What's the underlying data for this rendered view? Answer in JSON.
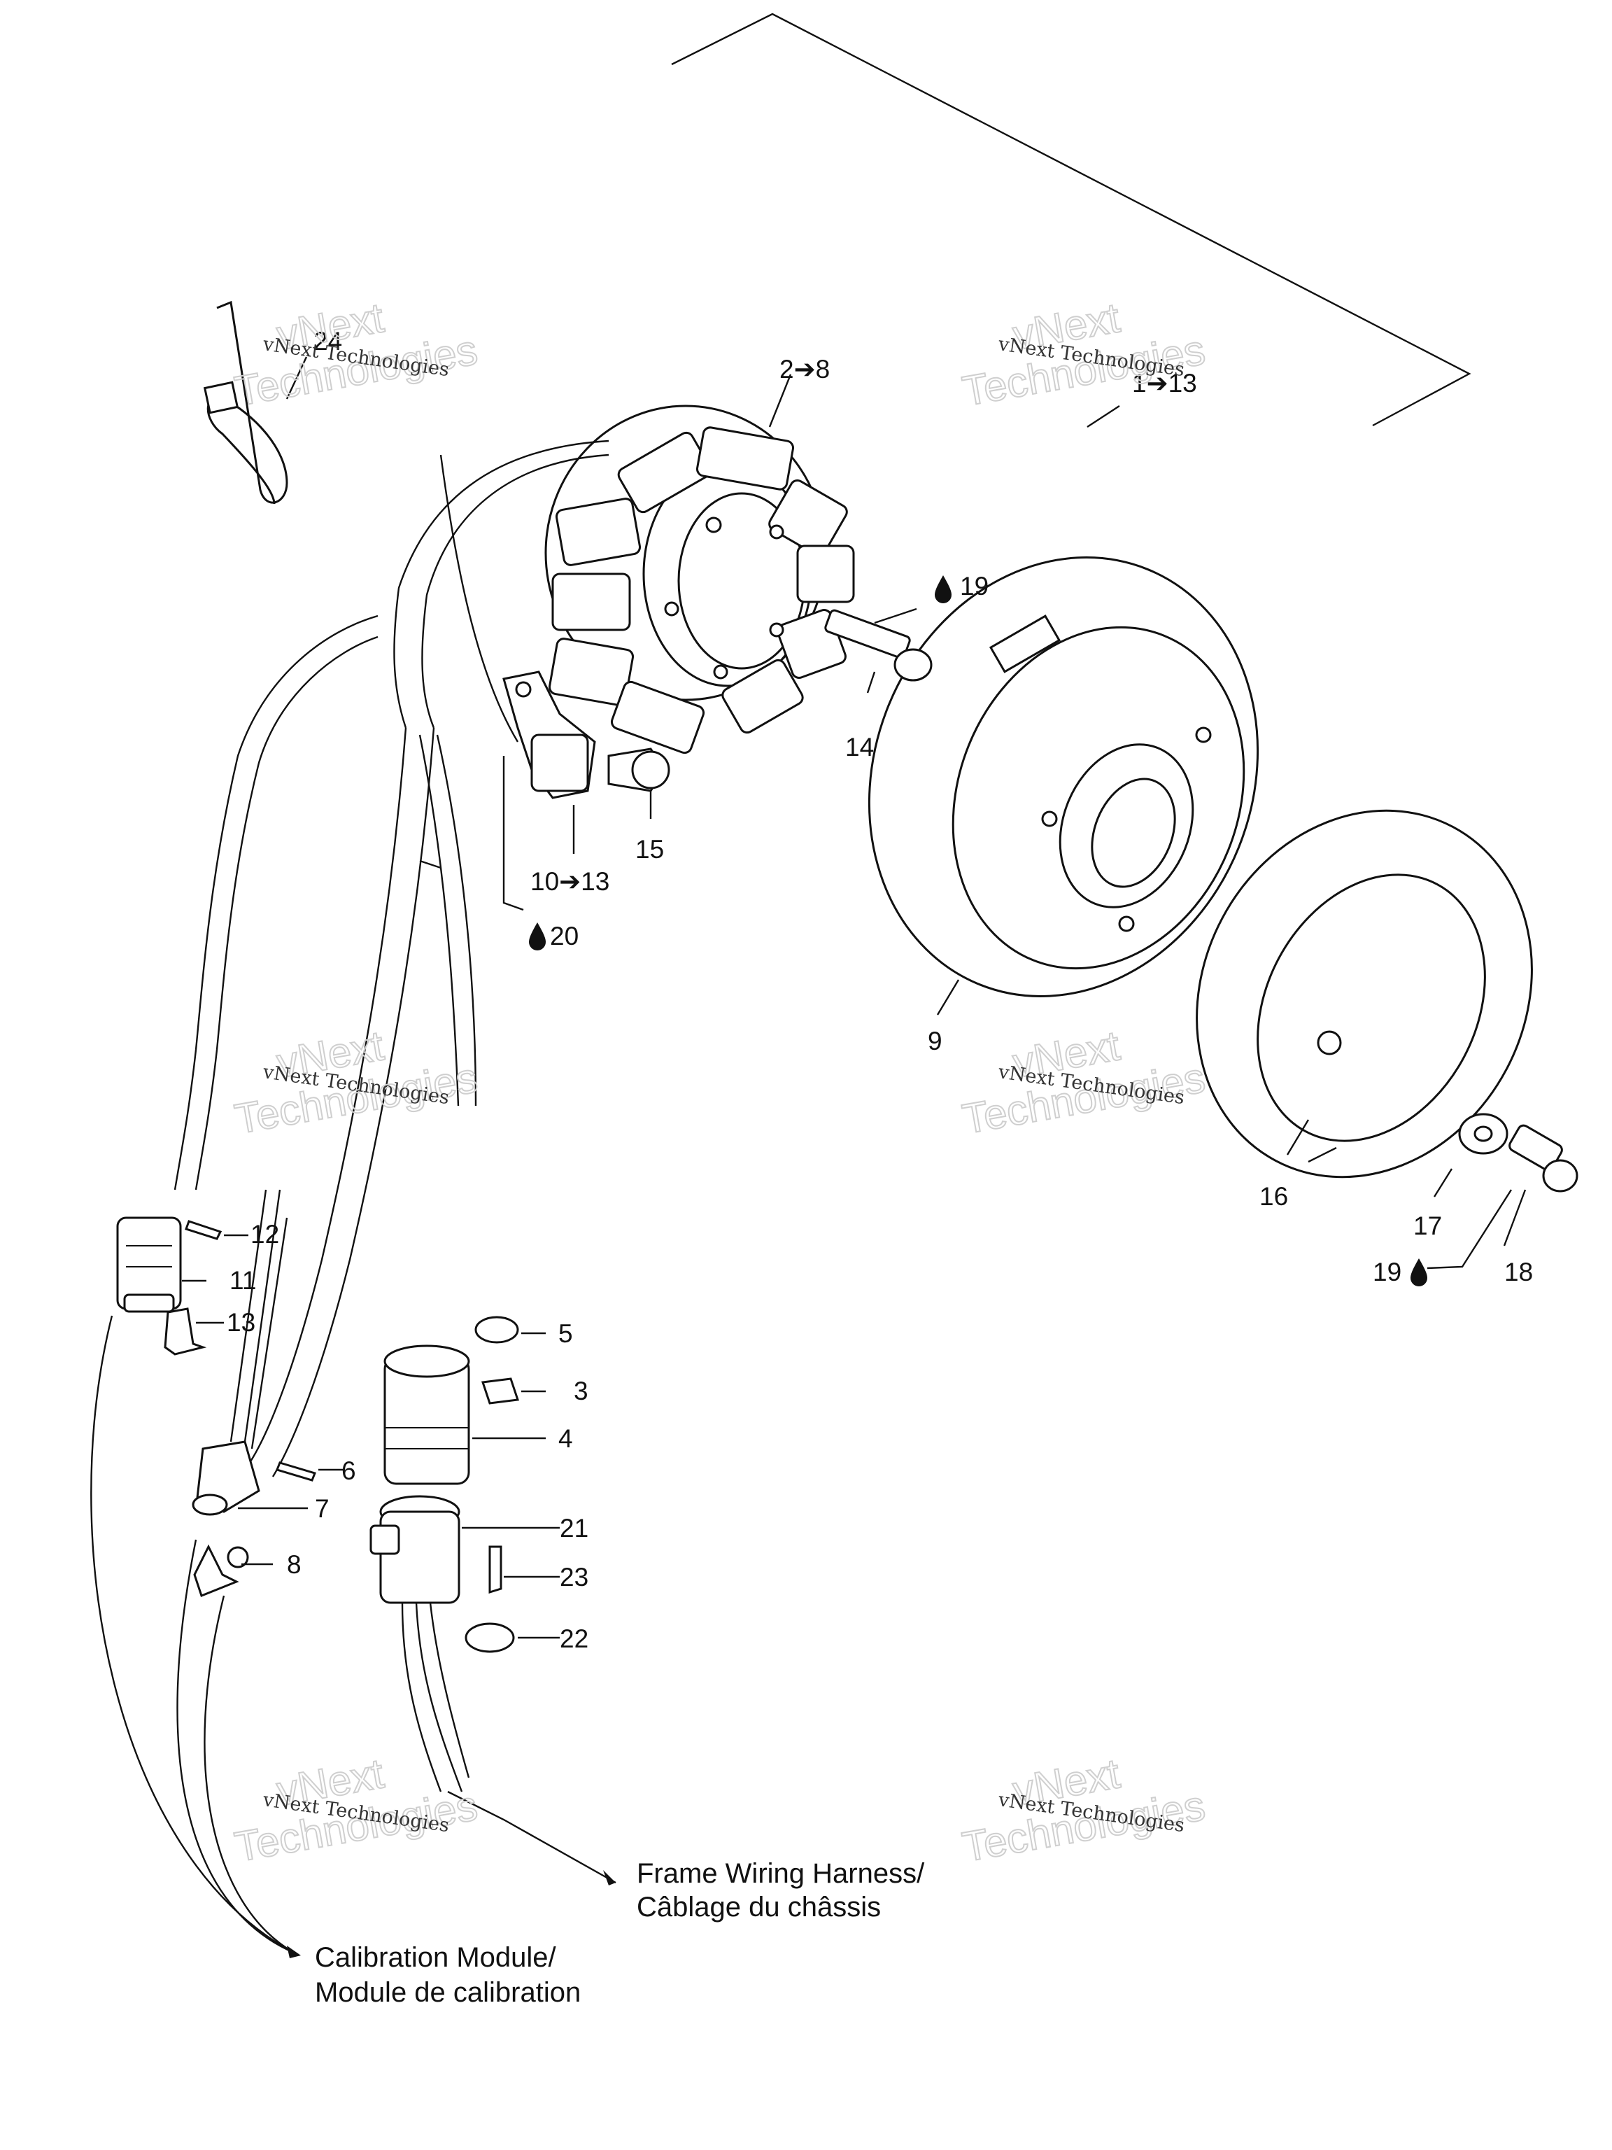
{
  "callouts": {
    "c1_13": "1➔13",
    "c2_8": "2➔8",
    "c3": "3",
    "c4": "4",
    "c5": "5",
    "c6": "6",
    "c7": "7",
    "c8": "8",
    "c9": "9",
    "c10_13": "10➔13",
    "c11": "11",
    "c12": "12",
    "c13": "13",
    "c14": "14",
    "c15": "15",
    "c16": "16",
    "c17": "17",
    "c18": "18",
    "c19a": "19",
    "c19b": "19",
    "c20": "20",
    "c21": "21",
    "c22": "22",
    "c23": "23",
    "c24": "24"
  },
  "notes": {
    "frame_line1": "Frame Wiring Harness/",
    "frame_line2": "Câblage du châssis",
    "calib_line1": "Calibration Module/",
    "calib_line2": "Module de calibration"
  },
  "watermark": {
    "line_small": "vNext Technologies",
    "line_big_a": "vNext",
    "line_big_b": "Technologies"
  },
  "icons": [
    "oil-drop-icon"
  ]
}
